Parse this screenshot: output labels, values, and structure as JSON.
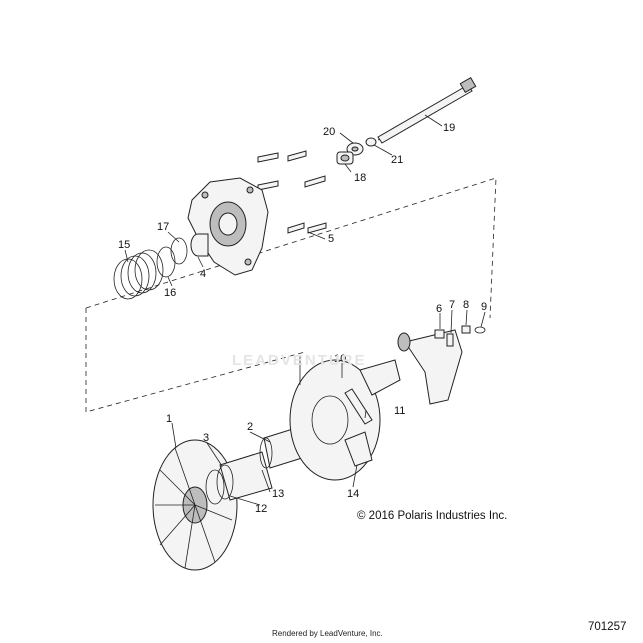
{
  "diagram": {
    "callouts": [
      {
        "id": "c1",
        "label": "1"
      },
      {
        "id": "c2",
        "label": "2"
      },
      {
        "id": "c3",
        "label": "3"
      },
      {
        "id": "c4",
        "label": "4"
      },
      {
        "id": "c5",
        "label": "5"
      },
      {
        "id": "c6",
        "label": "6"
      },
      {
        "id": "c7",
        "label": "7"
      },
      {
        "id": "c8",
        "label": "8"
      },
      {
        "id": "c9",
        "label": "9"
      },
      {
        "id": "c10",
        "label": "10"
      },
      {
        "id": "c11",
        "label": "11"
      },
      {
        "id": "c12",
        "label": "12"
      },
      {
        "id": "c13",
        "label": "13"
      },
      {
        "id": "c14",
        "label": "14"
      },
      {
        "id": "c15",
        "label": "15"
      },
      {
        "id": "c16",
        "label": "16"
      },
      {
        "id": "c17",
        "label": "17"
      },
      {
        "id": "c18",
        "label": "18"
      },
      {
        "id": "c19",
        "label": "19"
      },
      {
        "id": "c20",
        "label": "20"
      },
      {
        "id": "c21",
        "label": "21"
      }
    ],
    "copyright": "© 2016 Polaris Industries Inc.",
    "diagram_id": "701257",
    "rendered_by": "Rendered by LeadVenture, Inc.",
    "watermark": "LEADVENTURE"
  }
}
